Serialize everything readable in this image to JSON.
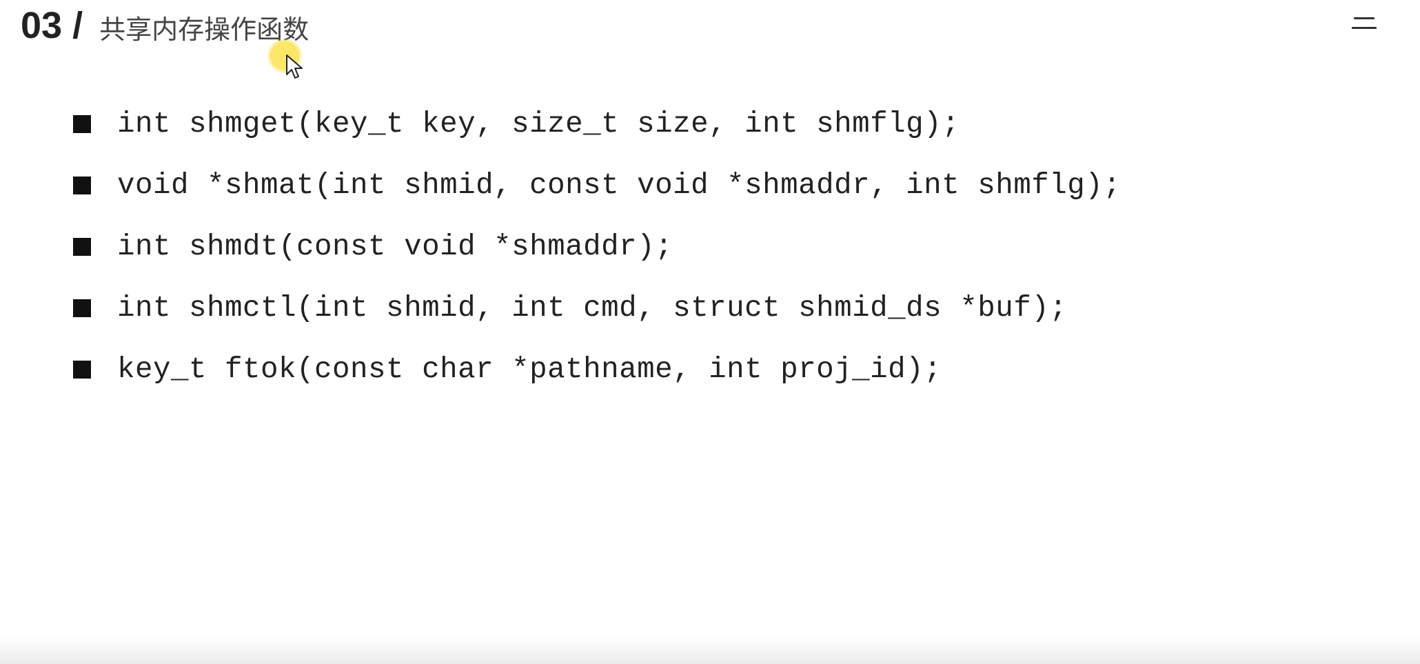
{
  "header": {
    "section_number": "03 /",
    "section_title": "共享内存操作函数"
  },
  "icons": {
    "menu": "menu-icon",
    "bullet": "square-bullet-icon",
    "cursor": "mouse-pointer-icon"
  },
  "colors": {
    "text": "#222222",
    "cursor_highlight": "#fce85a"
  },
  "functions": [
    {
      "signature": "int shmget(key_t key, size_t size, int shmflg);"
    },
    {
      "signature": "void *shmat(int shmid, const void *shmaddr, int shmflg);"
    },
    {
      "signature": "int shmdt(const void *shmaddr);"
    },
    {
      "signature": "int shmctl(int shmid, int cmd, struct shmid_ds *buf);"
    },
    {
      "signature": "key_t ftok(const char *pathname, int proj_id);"
    }
  ]
}
